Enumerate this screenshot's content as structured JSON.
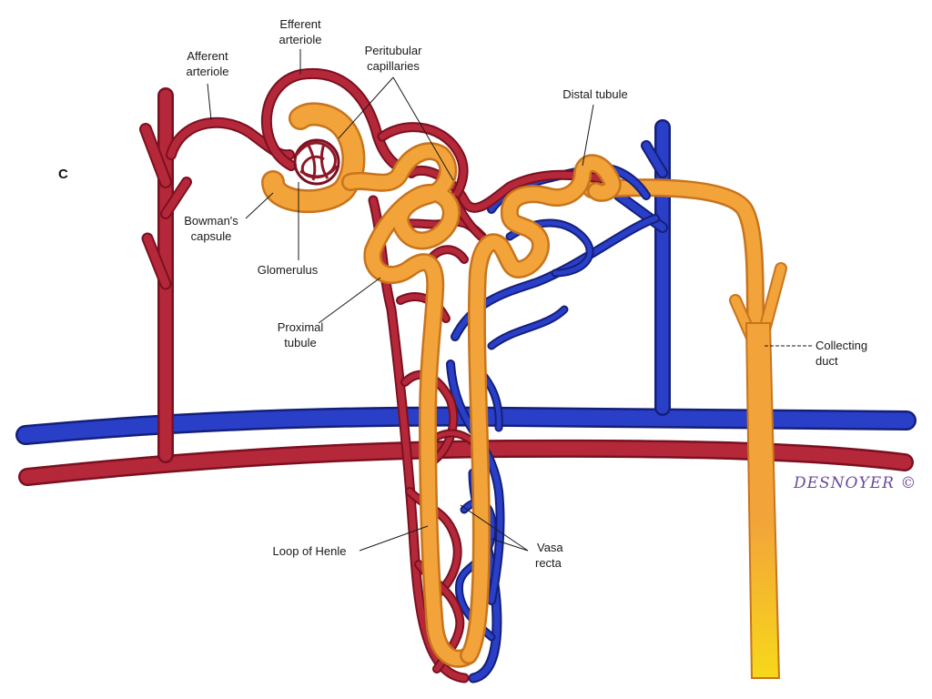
{
  "panel_letter": "C",
  "labels": {
    "afferent_1": "Afferent",
    "afferent_2": "arteriole",
    "efferent_1": "Efferent",
    "efferent_2": "arteriole",
    "peritubular_1": "Peritubular",
    "peritubular_2": "capillaries",
    "distal": "Distal tubule",
    "bowman_1": "Bowman's",
    "bowman_2": "capsule",
    "glomerulus": "Glomerulus",
    "proximal_1": "Proximal",
    "proximal_2": "tubule",
    "collecting_1": "Collecting",
    "collecting_2": "duct",
    "henle": "Loop of Henle",
    "vasa_1": "Vasa",
    "vasa_2": "recta"
  },
  "signature": "DESNOYER ©",
  "colors": {
    "artery": "#b5283a",
    "vein": "#2a3fc8",
    "tubule": "#f2a33a",
    "collecting_duct_tip": "#f5d21c"
  }
}
